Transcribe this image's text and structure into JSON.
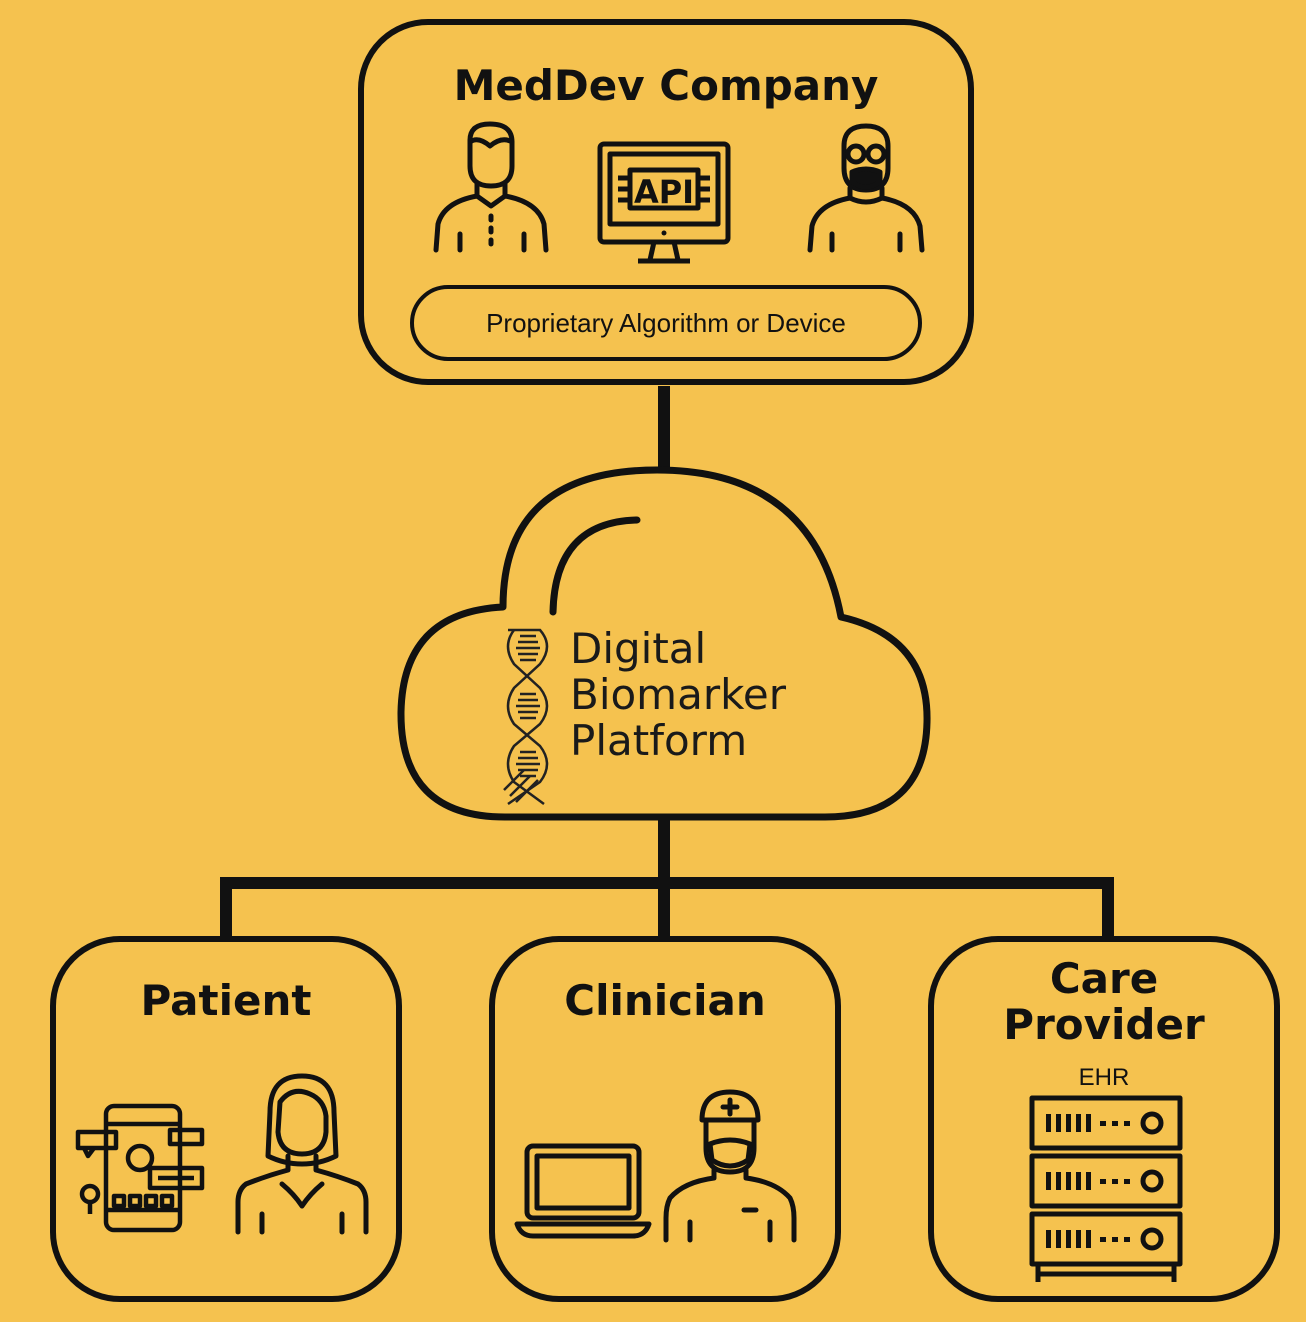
{
  "company": {
    "title": "MedDev Company",
    "proprietary_label": "Proprietary Algorithm or Device",
    "icons": [
      "businessman-icon",
      "api-monitor-icon",
      "developer-icon"
    ]
  },
  "platform": {
    "line1": "Digital",
    "line2": "Biomarker",
    "line3": "Platform",
    "icons": [
      "cloud-icon",
      "braid-logo-icon"
    ]
  },
  "patient": {
    "title": "Patient",
    "icons": [
      "mobile-app-icon",
      "patient-woman-icon"
    ]
  },
  "clinician": {
    "title": "Clinician",
    "icons": [
      "laptop-icon",
      "doctor-icon"
    ]
  },
  "care_provider": {
    "title_line1": "Care",
    "title_line2": "Provider",
    "ehr_label": "EHR",
    "icons": [
      "server-rack-icon"
    ]
  },
  "colors": {
    "background": "#f5c24f",
    "stroke": "#111111"
  }
}
